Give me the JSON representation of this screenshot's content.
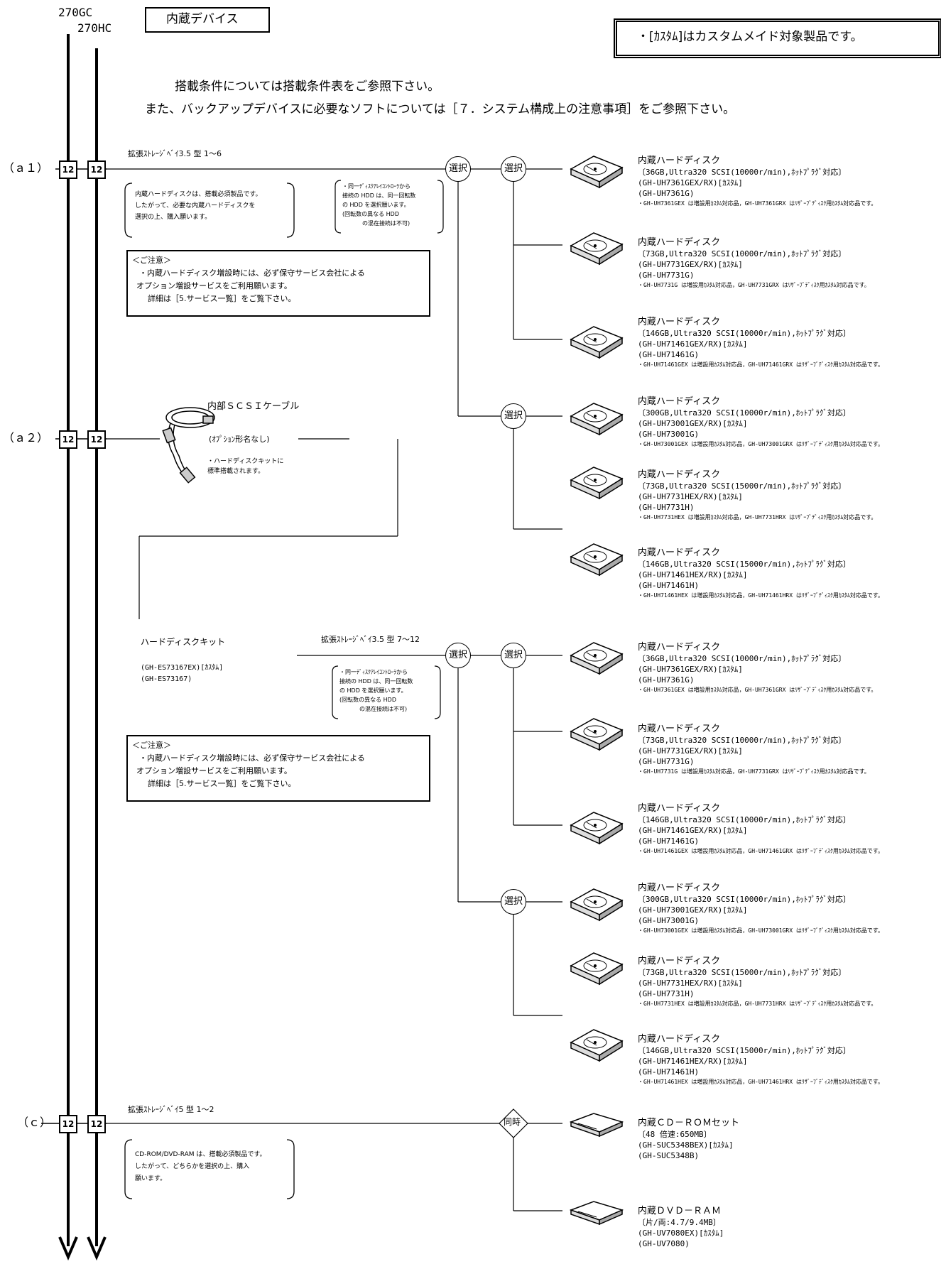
{
  "header": {
    "model_gc": "270GC",
    "model_hc": "270HC",
    "section_title": "内蔵デバイス",
    "custom_notice": "・[ｶｽﾀﾑ]はカスタムメイド対象製品です。",
    "intro_line1": "搭載条件については搭載条件表をご参照下さい。",
    "intro_line2": "また、バックアップデバイスに必要なソフトについては［７．システム構成上の注意事項］をご参照下さい。"
  },
  "rows": {
    "a1": {
      "label": "（ａ１）",
      "num_gc": "12",
      "num_hc": "12",
      "bay": "拡張ｽﾄﾚｰｼﾞﾍﾞｲ3.5 型 1～6"
    },
    "a2": {
      "label": "（ａ２）",
      "num_gc": "12",
      "num_hc": "12"
    },
    "c": {
      "label": "（ｃ）",
      "num_gc": "12",
      "num_hc": "12",
      "bay": "拡張ｽﾄﾚｰｼﾞﾍﾞｲ5 型 1～2"
    }
  },
  "notes": {
    "hdd_required": [
      "内蔵ハードディスクは、搭載必須製品です。",
      "したがって、必要な内蔵ハードディスクを",
      "選択の上、購入願います。"
    ],
    "same_rpm": [
      "・同一ﾃﾞｨｽｸｱﾚｲｺﾝﾄﾛｰﾗから",
      "接続の HDD は、同一回転数",
      "の HDD を選択願います。",
      "(回転数の異なる HDD",
      "の混在接続は不可)"
    ],
    "caution": [
      "＜ご注意＞",
      "・内蔵ハードディスク増設時には、必ず保守サービス会社による",
      "オプション増設サービスをご利用願います。",
      "詳細は［5.サービス一覧］をご覧下さい。"
    ],
    "cdrom_required": [
      "CD-ROM/DVD-RAM は、搭載必須製品です。",
      "したがって、どちらかを選択の上、購入",
      "願います。"
    ]
  },
  "scsi_cable": {
    "name": "内部ＳＣＳＩケーブル",
    "option": "(ｵﾌﾟｼｮﾝ形名なし)",
    "note_line1": "・ハードディスクキットに",
    "note_line2": "標準搭載されます。"
  },
  "hdd_kit": {
    "name": "ハードディスクキット",
    "bay": "拡張ｽﾄﾚｰｼﾞﾍﾞｲ3.5 型 7～12",
    "model1": "(GH-ES73167EX)[ｶｽﾀﾑ]",
    "model2": "(GH-ES73167)"
  },
  "labels": {
    "select": "選択",
    "simultaneous": "同時"
  },
  "products_top": [
    {
      "title": "内蔵ハードディスク",
      "spec": "〔36GB,Ultra320 SCSI(10000r/min),ﾎｯﾄﾌﾟﾗｸﾞ対応〕",
      "model1": "(GH-UH7361GEX/RX)[ｶｽﾀﾑ]",
      "model2": "(GH-UH7361G)",
      "note": "・GH-UH7361GEX は増設用ｶｽﾀﾑ対応品，GH-UH7361GRX はﾘｻﾞｰﾌﾞﾃﾞｨｽｸ用ｶｽﾀﾑ対応品です。"
    },
    {
      "title": "内蔵ハードディスク",
      "spec": "〔73GB,Ultra320 SCSI(10000r/min),ﾎｯﾄﾌﾟﾗｸﾞ対応〕",
      "model1": "(GH-UH7731GEX/RX)[ｶｽﾀﾑ]",
      "model2": "(GH-UH7731G)",
      "note": "・GH-UH7731G は増設用ｶｽﾀﾑ対応品，GH-UH7731GRX はﾘｻﾞｰﾌﾞﾃﾞｨｽｸ用ｶｽﾀﾑ対応品です。"
    },
    {
      "title": "内蔵ハードディスク",
      "spec": "〔146GB,Ultra320 SCSI(10000r/min),ﾎｯﾄﾌﾟﾗｸﾞ対応〕",
      "model1": "(GH-UH71461GEX/RX)[ｶｽﾀﾑ]",
      "model2": "(GH-UH71461G)",
      "note": "・GH-UH71461GEX は増設用ｶｽﾀﾑ対応品，GH-UH71461GRX はﾘｻﾞｰﾌﾞﾃﾞｨｽｸ用ｶｽﾀﾑ対応品です。"
    },
    {
      "title": "内蔵ハードディスク",
      "spec": "〔300GB,Ultra320 SCSI(10000r/min),ﾎｯﾄﾌﾟﾗｸﾞ対応〕",
      "model1": "(GH-UH73001GEX/RX)[ｶｽﾀﾑ]",
      "model2": "(GH-UH73001G)",
      "note": "・GH-UH73001GEX は増設用ｶｽﾀﾑ対応品，GH-UH73001GRX はﾘｻﾞｰﾌﾞﾃﾞｨｽｸ用ｶｽﾀﾑ対応品です。"
    },
    {
      "title": "内蔵ハードディスク",
      "spec": "〔73GB,Ultra320 SCSI(15000r/min),ﾎｯﾄﾌﾟﾗｸﾞ対応〕",
      "model1": "(GH-UH7731HEX/RX)[ｶｽﾀﾑ]",
      "model2": "(GH-UH7731H)",
      "note": "・GH-UH7731HEX は増設用ｶｽﾀﾑ対応品，GH-UH7731HRX はﾘｻﾞｰﾌﾞﾃﾞｨｽｸ用ｶｽﾀﾑ対応品です。"
    },
    {
      "title": "内蔵ハードディスク",
      "spec": "〔146GB,Ultra320 SCSI(15000r/min),ﾎｯﾄﾌﾟﾗｸﾞ対応〕",
      "model1": "(GH-UH71461HEX/RX)[ｶｽﾀﾑ]",
      "model2": "(GH-UH71461H)",
      "note": "・GH-UH71461HEX は増設用ｶｽﾀﾑ対応品，GH-UH71461HRX はﾘｻﾞｰﾌﾞﾃﾞｨｽｸ用ｶｽﾀﾑ対応品です。"
    }
  ],
  "products_mid": [
    {
      "title": "内蔵ハードディスク",
      "spec": "〔36GB,Ultra320 SCSI(10000r/min),ﾎｯﾄﾌﾟﾗｸﾞ対応〕",
      "model1": "(GH-UH7361GEX/RX)[ｶｽﾀﾑ]",
      "model2": "(GH-UH7361G)",
      "note": "・GH-UH7361GEX は増設用ｶｽﾀﾑ対応品，GH-UH7361GRX はﾘｻﾞｰﾌﾞﾃﾞｨｽｸ用ｶｽﾀﾑ対応品です。"
    },
    {
      "title": "内蔵ハードディスク",
      "spec": "〔73GB,Ultra320 SCSI(10000r/min),ﾎｯﾄﾌﾟﾗｸﾞ対応〕",
      "model1": "(GH-UH7731GEX/RX)[ｶｽﾀﾑ]",
      "model2": "(GH-UH7731G)",
      "note": "・GH-UH7731G は増設用ｶｽﾀﾑ対応品，GH-UH7731GRX はﾘｻﾞｰﾌﾞﾃﾞｨｽｸ用ｶｽﾀﾑ対応品です。"
    },
    {
      "title": "内蔵ハードディスク",
      "spec": "〔146GB,Ultra320 SCSI(10000r/min),ﾎｯﾄﾌﾟﾗｸﾞ対応〕",
      "model1": "(GH-UH71461GEX/RX)[ｶｽﾀﾑ]",
      "model2": "(GH-UH71461G)",
      "note": "・GH-UH71461GEX は増設用ｶｽﾀﾑ対応品，GH-UH71461GRX はﾘｻﾞｰﾌﾞﾃﾞｨｽｸ用ｶｽﾀﾑ対応品です。"
    },
    {
      "title": "内蔵ハードディスク",
      "spec": "〔300GB,Ultra320 SCSI(10000r/min),ﾎｯﾄﾌﾟﾗｸﾞ対応〕",
      "model1": "(GH-UH73001GEX/RX)[ｶｽﾀﾑ]",
      "model2": "(GH-UH73001G)",
      "note": "・GH-UH73001GEX は増設用ｶｽﾀﾑ対応品，GH-UH73001GRX はﾘｻﾞｰﾌﾞﾃﾞｨｽｸ用ｶｽﾀﾑ対応品です。"
    },
    {
      "title": "内蔵ハードディスク",
      "spec": "〔73GB,Ultra320 SCSI(15000r/min),ﾎｯﾄﾌﾟﾗｸﾞ対応〕",
      "model1": "(GH-UH7731HEX/RX)[ｶｽﾀﾑ]",
      "model2": "(GH-UH7731H)",
      "note": "・GH-UH7731HEX は増設用ｶｽﾀﾑ対応品，GH-UH7731HRX はﾘｻﾞｰﾌﾞﾃﾞｨｽｸ用ｶｽﾀﾑ対応品です。"
    },
    {
      "title": "内蔵ハードディスク",
      "spec": "〔146GB,Ultra320 SCSI(15000r/min),ﾎｯﾄﾌﾟﾗｸﾞ対応〕",
      "model1": "(GH-UH71461HEX/RX)[ｶｽﾀﾑ]",
      "model2": "(GH-UH71461H)",
      "note": "・GH-UH71461HEX は増設用ｶｽﾀﾑ対応品，GH-UH71461HRX はﾘｻﾞｰﾌﾞﾃﾞｨｽｸ用ｶｽﾀﾑ対応品です。"
    }
  ],
  "products_optical": [
    {
      "title": "内蔵ＣＤ－ＲＯＭセット",
      "spec": "〔48 倍速:650MB〕",
      "model1": "(GH-SUC5348BEX)[ｶｽﾀﾑ]",
      "model2": "(GH-SUC5348B)"
    },
    {
      "title": "内蔵ＤＶＤ－ＲＡＭ",
      "spec": "〔片/両:4.7/9.4MB〕",
      "model1": "(GH-UV7080EX)[ｶｽﾀﾑ]",
      "model2": "(GH-UV7080)"
    }
  ]
}
